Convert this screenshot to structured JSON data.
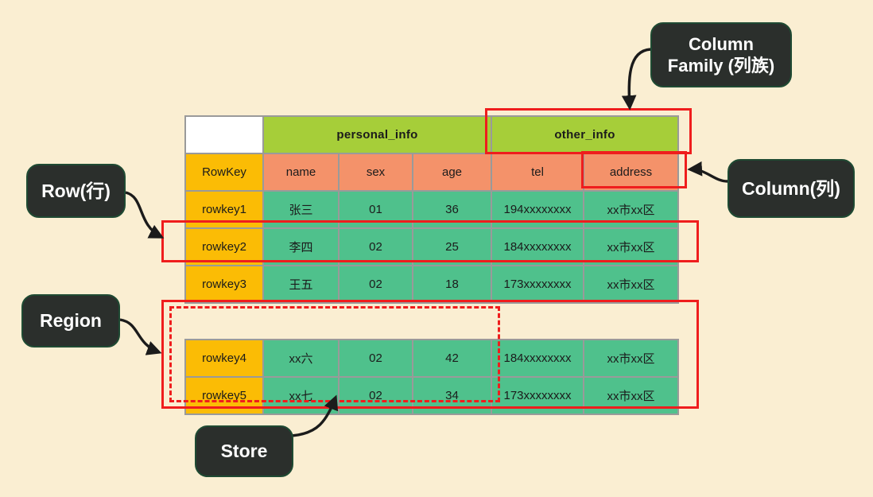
{
  "diagram": {
    "title": "HBase table structure",
    "background_color": "#faeed2",
    "annotation_color": "#ef1d1d"
  },
  "table": {
    "corner_cell": "",
    "column_families": [
      {
        "name": "personal_info",
        "span": 3
      },
      {
        "name": "other_info",
        "span": 2
      }
    ],
    "columns": [
      "RowKey",
      "name",
      "sex",
      "age",
      "tel",
      "address"
    ],
    "rows": [
      {
        "rowkey": "rowkey1",
        "name": "张三",
        "sex": "01",
        "age": "36",
        "tel": "194xxxxxxxx",
        "address": "xx市xx区"
      },
      {
        "rowkey": "rowkey2",
        "name": "李四",
        "sex": "02",
        "age": "25",
        "tel": "184xxxxxxxx",
        "address": "xx市xx区"
      },
      {
        "rowkey": "rowkey3",
        "name": "王五",
        "sex": "02",
        "age": "18",
        "tel": "173xxxxxxxx",
        "address": "xx市xx区"
      }
    ],
    "rows_region2": [
      {
        "rowkey": "rowkey4",
        "name": "xx六",
        "sex": "02",
        "age": "42",
        "tel": "184xxxxxxxx",
        "address": "xx市xx区"
      },
      {
        "rowkey": "rowkey5",
        "name": "xx七",
        "sex": "02",
        "age": "34",
        "tel": "173xxxxxxxx",
        "address": "xx市xx区"
      }
    ]
  },
  "labels": {
    "column_family": "Column\nFamily (列族)",
    "column_family_line1": "Column",
    "column_family_line2": "Family (列族)",
    "row": "Row(行)",
    "column": "Column(列)",
    "region": "Region",
    "store": "Store"
  }
}
